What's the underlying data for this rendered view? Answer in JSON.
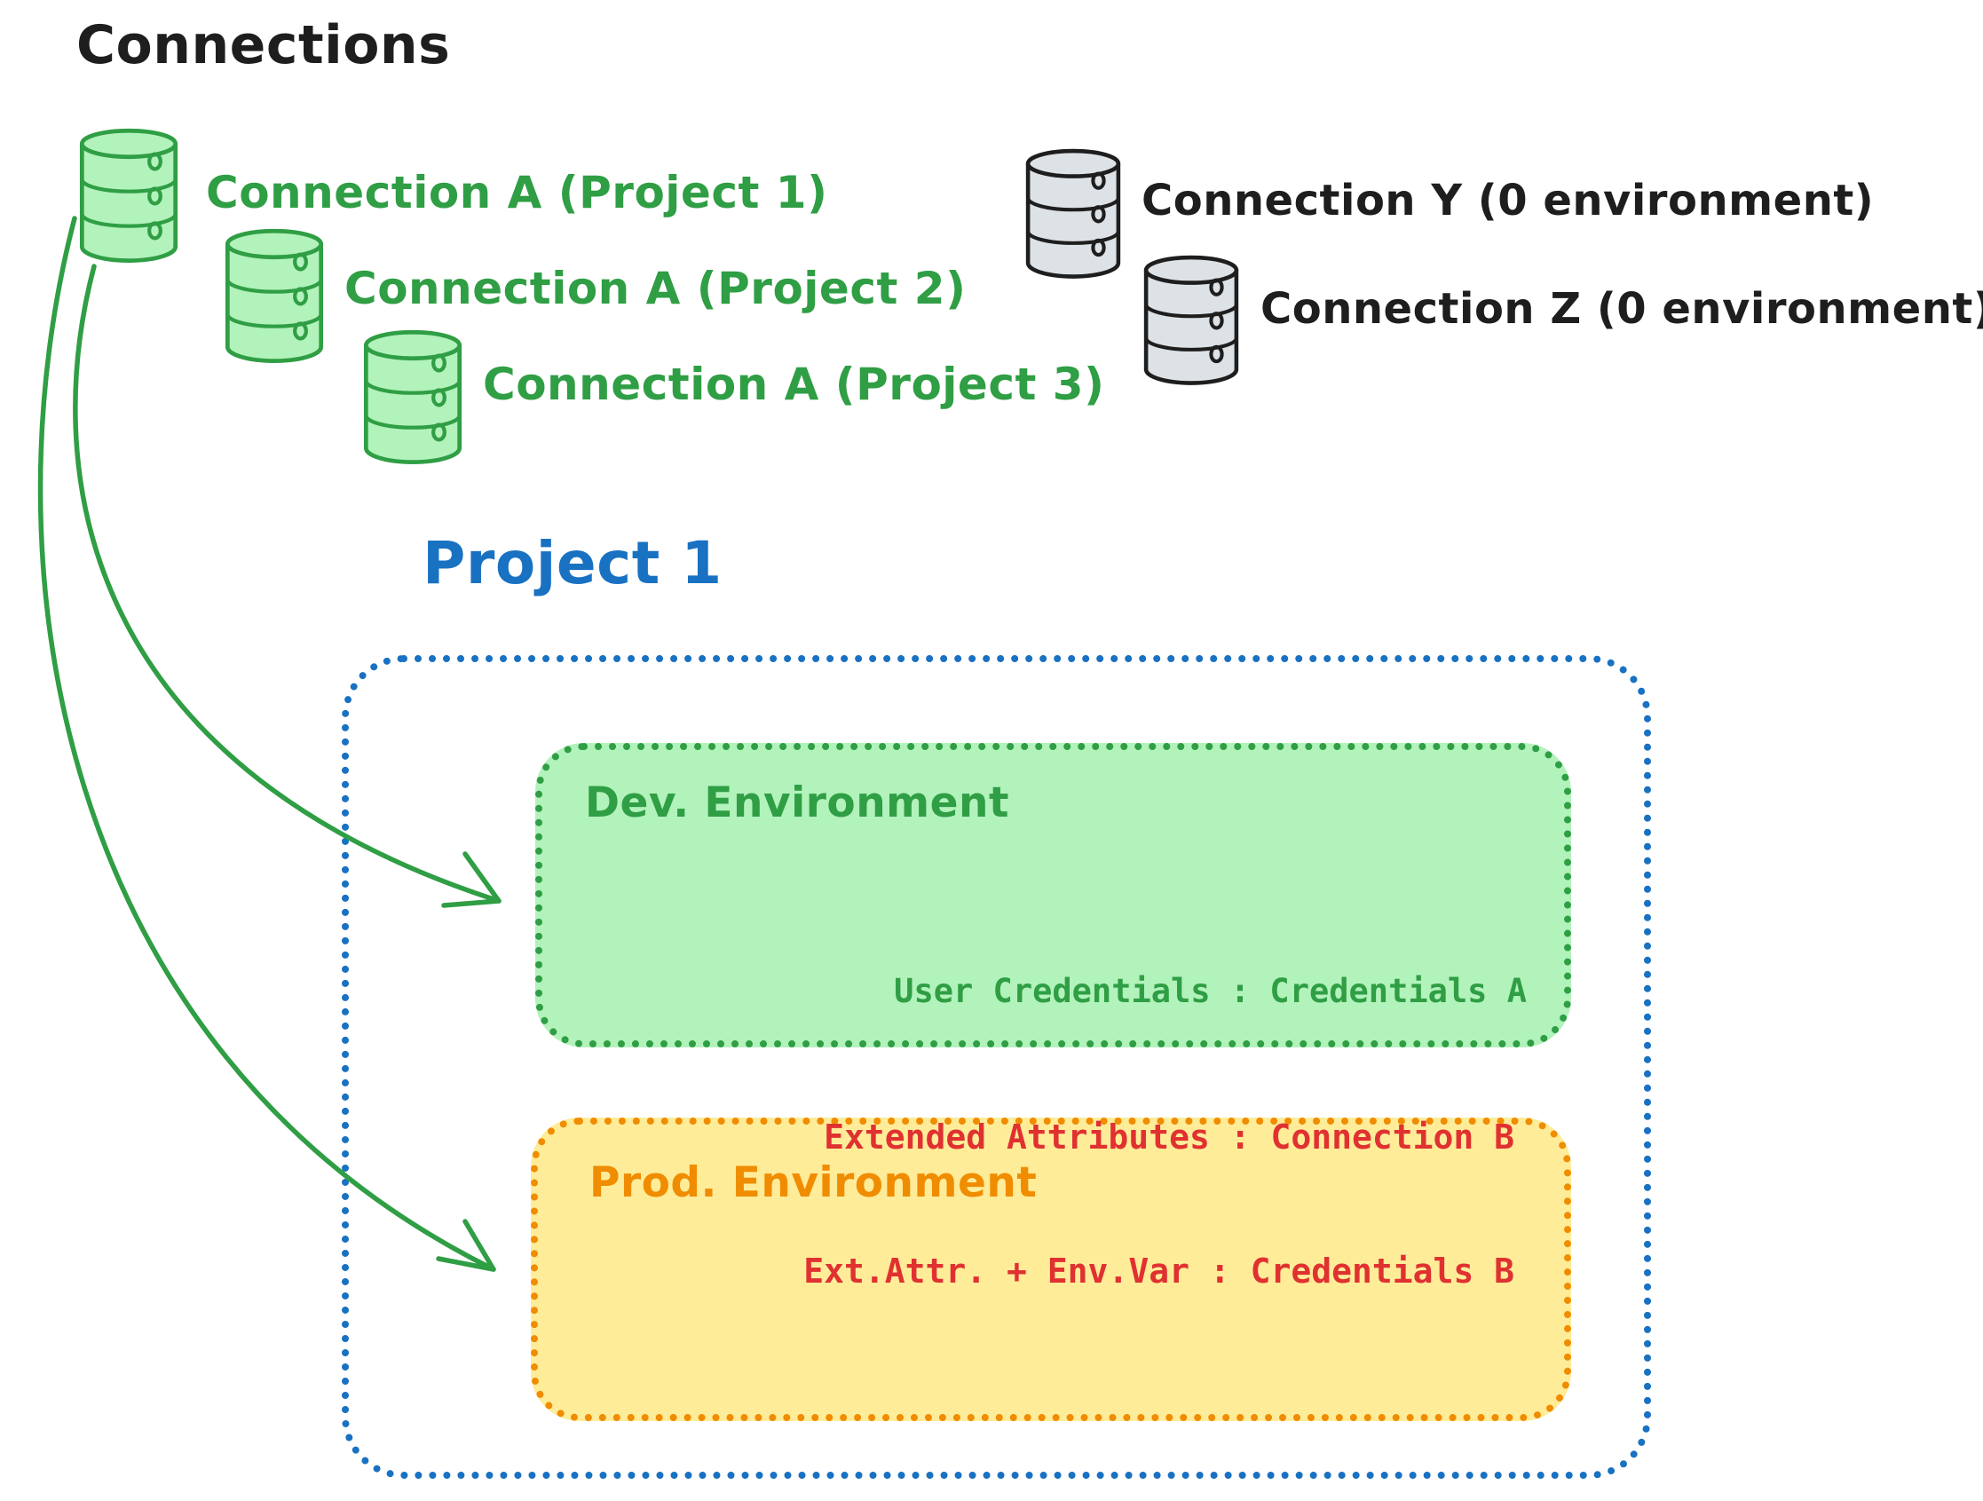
{
  "title": "Connections",
  "colors": {
    "green": "#2f9e44",
    "green_fill": "#b2f2bb",
    "blue": "#1971c2",
    "orange": "#f08c00",
    "yellow_fill": "#ffec99",
    "red": "#e03131",
    "black": "#1e1e1e",
    "gray_fill": "#dde2e7"
  },
  "connections_green": [
    {
      "label": "Connection A (Project 1)",
      "icon": "database-cylinder-icon"
    },
    {
      "label": "Connection A (Project 2)",
      "icon": "database-cylinder-icon"
    },
    {
      "label": "Connection A (Project 3)",
      "icon": "database-cylinder-icon"
    }
  ],
  "connections_gray": [
    {
      "label": "Connection Y (0 environment)",
      "icon": "database-cylinder-icon"
    },
    {
      "label": "Connection Z (0 environment)",
      "icon": "database-cylinder-icon"
    }
  ],
  "project": {
    "title": "Project 1",
    "dev_environment": {
      "title": "Dev. Environment",
      "mapping": "User Credentials : Credentials A"
    },
    "prod_environment": {
      "title": "Prod. Environment",
      "mappings": [
        "Extended Attributes : Connection B",
        "Ext.Attr. + Env.Var : Credentials B"
      ]
    }
  },
  "arrows": [
    {
      "name": "connection-a-to-dev-environment"
    },
    {
      "name": "connection-a-to-prod-environment"
    }
  ]
}
